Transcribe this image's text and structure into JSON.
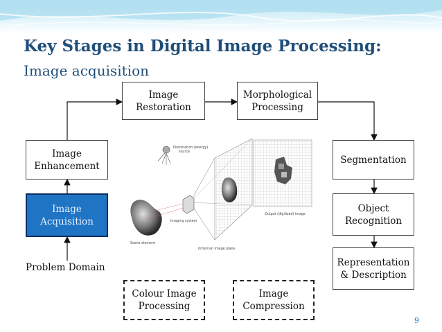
{
  "slide": {
    "title": "Key Stages in Digital Image Processing:",
    "subtitle": "Image acquisition",
    "page_number": "9"
  },
  "colors": {
    "title": "#1f4e79",
    "active_fill": "#1f74c4",
    "active_border": "#0a2f66",
    "banner": "#bfe6f3"
  },
  "stages": {
    "restoration": "Image\nRestoration",
    "morphological": "Morphological\nProcessing",
    "enhancement": "Image\nEnhancement",
    "acquisition": "Image\nAcquisition",
    "segmentation": "Segmentation",
    "object_recognition": "Object\nRecognition",
    "representation": "Representation\n& Description",
    "colour": "Colour Image\nProcessing",
    "compression": "Image\nCompression",
    "problem_domain": "Problem Domain"
  },
  "illustration": {
    "illumination": "Illumination (energy)\nsource",
    "output": "Output (digitized) image",
    "imaging_system": "Imaging system",
    "image_plane": "(Internal) image plane",
    "scene": "Scene element"
  }
}
